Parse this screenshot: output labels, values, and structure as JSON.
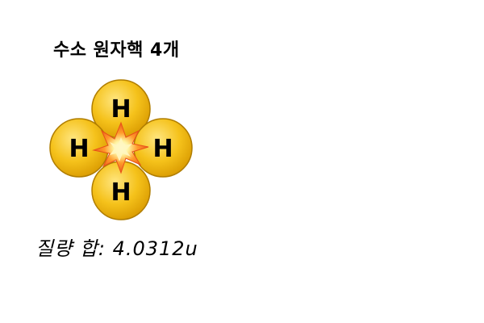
{
  "title": "수소 원자핵 4개",
  "nuclei": [
    {
      "position": "top",
      "label": "H"
    },
    {
      "position": "left",
      "label": "H"
    },
    {
      "position": "right",
      "label": "H"
    },
    {
      "position": "bottom",
      "label": "H"
    }
  ],
  "caption": "질량 합: 4.0312u",
  "colors": {
    "nucleus_fill_light": "#ffe680",
    "nucleus_fill": "#f5c21b",
    "nucleus_fill_dark": "#d99a00",
    "nucleus_stroke": "#b07d00",
    "burst_outer": "#ffd200",
    "burst_inner": "#e8501a",
    "burst_core": "#ffffff"
  }
}
